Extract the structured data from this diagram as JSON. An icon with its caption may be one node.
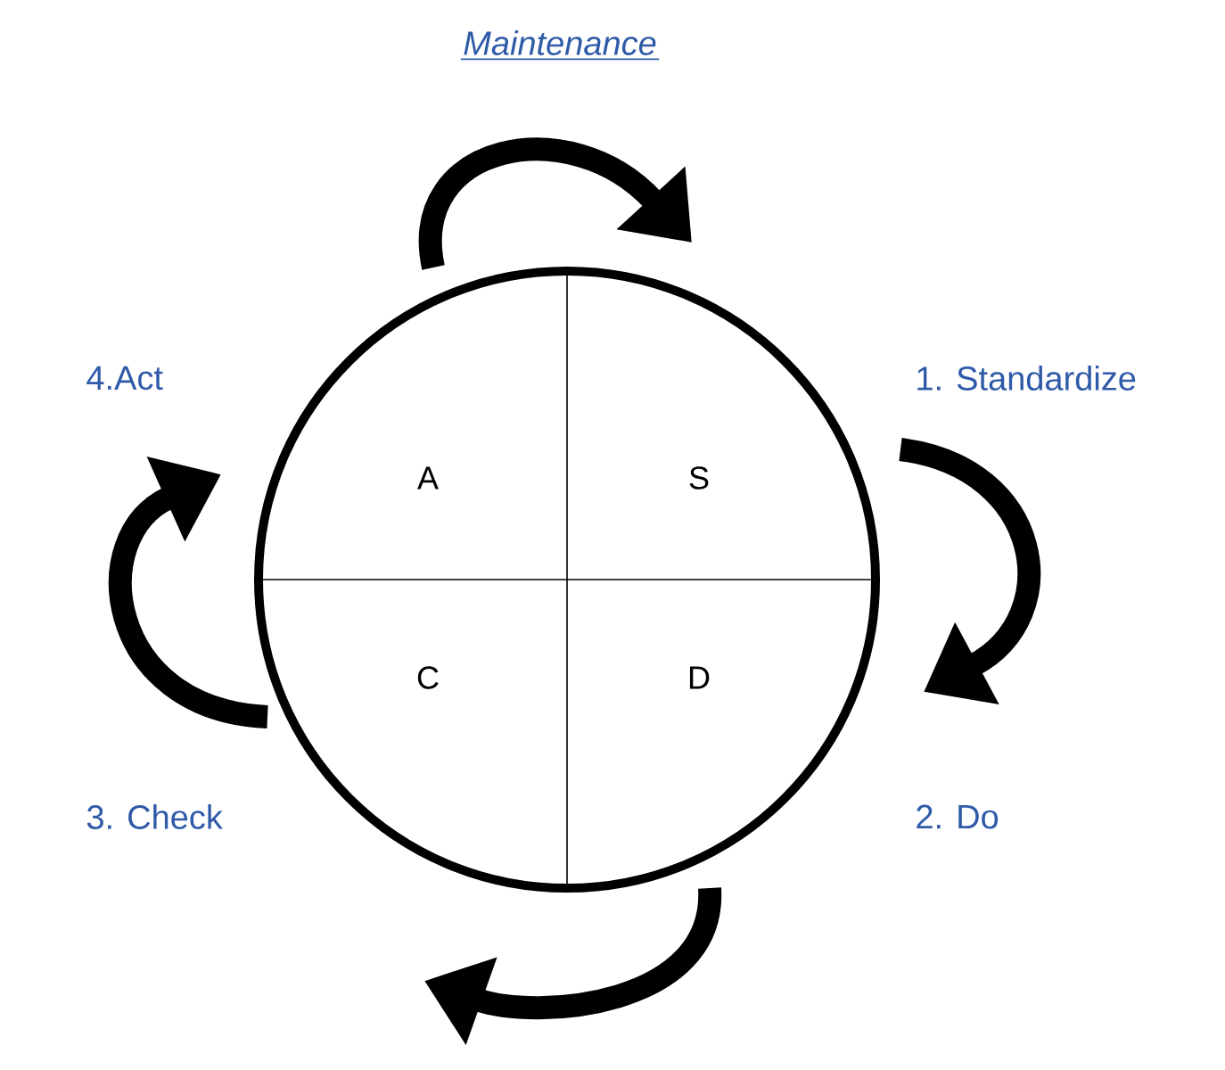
{
  "diagram": {
    "title": "Maintenance",
    "nodes": [
      {
        "text": [
          "A",
          "S",
          "C",
          "D"
        ]
      }
    ],
    "edges": [],
    "labels": [
      "1. Standardize",
      "2. Do",
      "3. Check",
      "4.Act"
    ]
  }
}
